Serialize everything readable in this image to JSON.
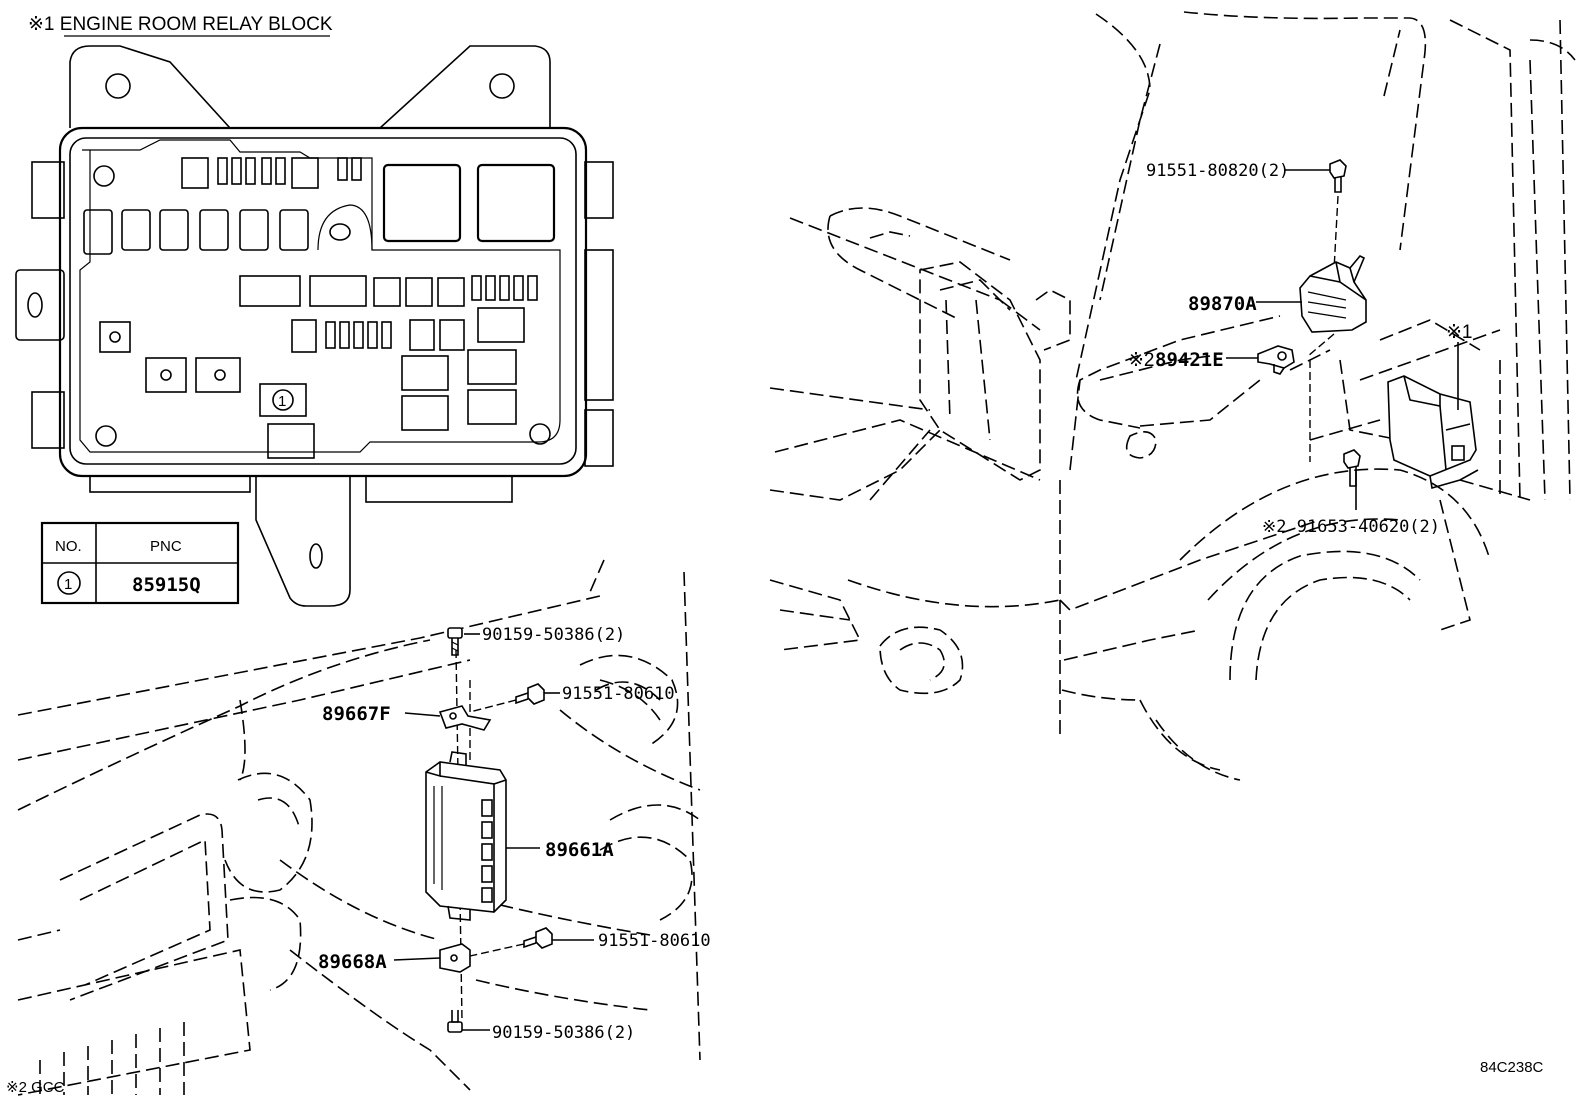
{
  "relay_block": {
    "title": "※1 ENGINE ROOM RELAY BLOCK",
    "callout_no": "1"
  },
  "table": {
    "headers": [
      "NO.",
      "PNC"
    ],
    "rows": [
      {
        "no": "1",
        "pnc": "85915Q"
      }
    ]
  },
  "labels": {
    "p90159_top": "90159-50386(2)",
    "p91551_80610_top": "91551-80610",
    "p89667F": "89667F",
    "p89661A": "89661A",
    "p91551_80610_bottom": "91551-80610",
    "p89668A": "89668A",
    "p90159_bottom": "90159-50386(2)",
    "p91551_80820": "91551-80820(2)",
    "p89870A": "89870A",
    "p89421E_mark": "※2",
    "p89421E": "89421E",
    "p91653_40620": "※2 91653-40620(2)",
    "mark_1": "※1"
  },
  "footer": {
    "note": "※2 GCC",
    "code": "84C238C"
  }
}
